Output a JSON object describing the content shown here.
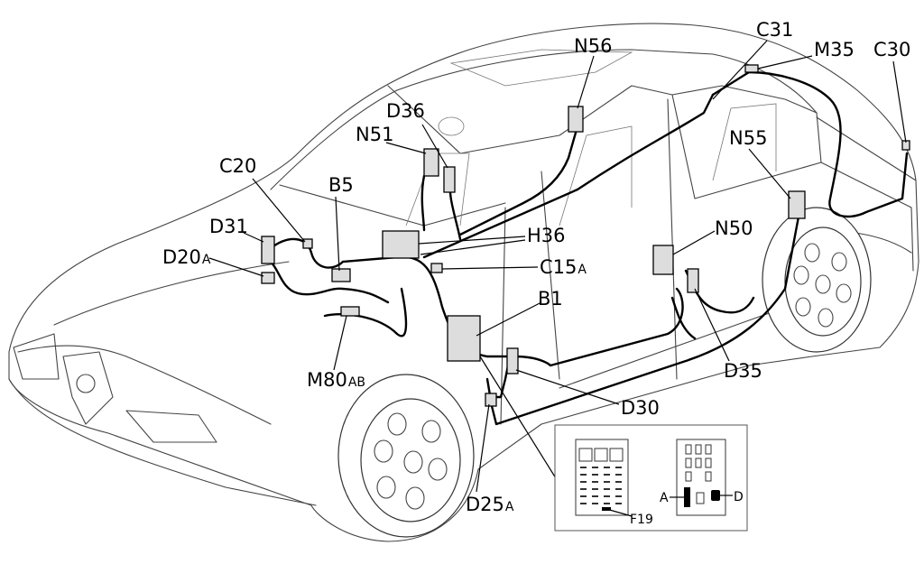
{
  "labels": {
    "N56": "N56",
    "C31": "C31",
    "M35": "M35",
    "C30": "C30",
    "D36": "D36",
    "N51": "N51",
    "N55": "N55",
    "C20": "C20",
    "B5": "B5",
    "D31": "D31",
    "D20": "D20",
    "D20_sub": "A",
    "H36": "H36",
    "C15": "C15",
    "C15_sub": "A",
    "N50": "N50",
    "B1": "B1",
    "M80": "M80",
    "M80_sub": "AB",
    "D35": "D35",
    "D30": "D30",
    "D25": "D25",
    "D25_sub": "A"
  },
  "inset": {
    "label_a": "A",
    "label_d": "D",
    "label_f19": "F19"
  },
  "colors": {
    "line": "#000000",
    "component": "#dddddd"
  }
}
